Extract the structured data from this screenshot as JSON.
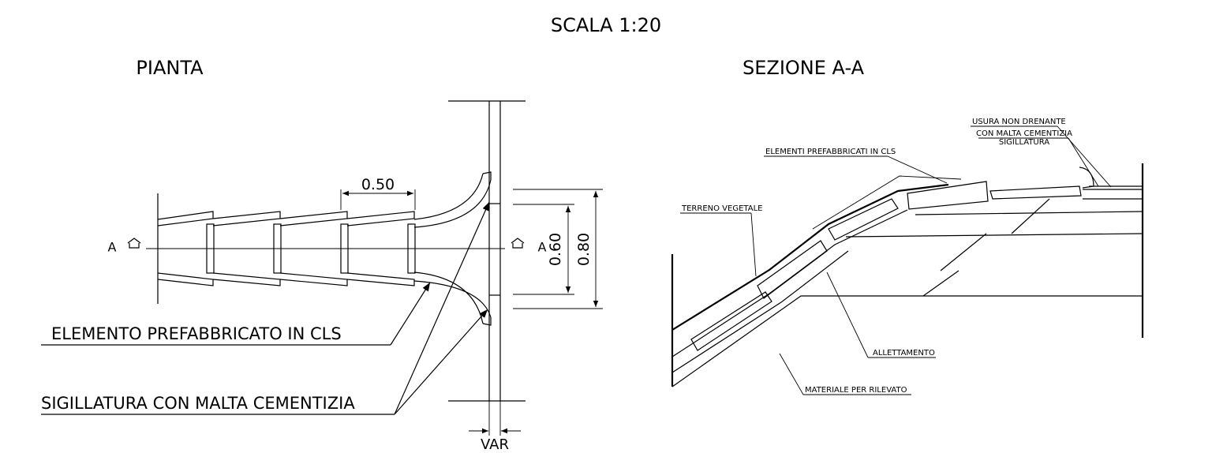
{
  "header": {
    "scale": "SCALA  1:20"
  },
  "plan": {
    "title": "PIANTA",
    "section_mark_left": "A",
    "section_mark_right": "A",
    "dim_width": "0.50",
    "dim_inner": "0.60",
    "dim_outer": "0.80",
    "dim_var": "VAR",
    "label_element": "ELEMENTO  PREFABBRICATO  IN  CLS",
    "label_sealing": "SIGILLATURA  CON  MALTA  CEMENTIZIA"
  },
  "section": {
    "title": "SEZIONE A-A",
    "label_wearing": "USURA NON DRENANTE",
    "label_sealing_line1": "SIGILLATURA",
    "label_sealing_line2": "CON MALTA CEMENTIZIA",
    "label_elements": "ELEMENTI PREFABBRICATI IN CLS",
    "label_topsoil": "TERRENO VEGETALE",
    "label_bedding": "ALLETTAMENTO",
    "label_fill": "MATERIALE PER RILEVATO"
  }
}
